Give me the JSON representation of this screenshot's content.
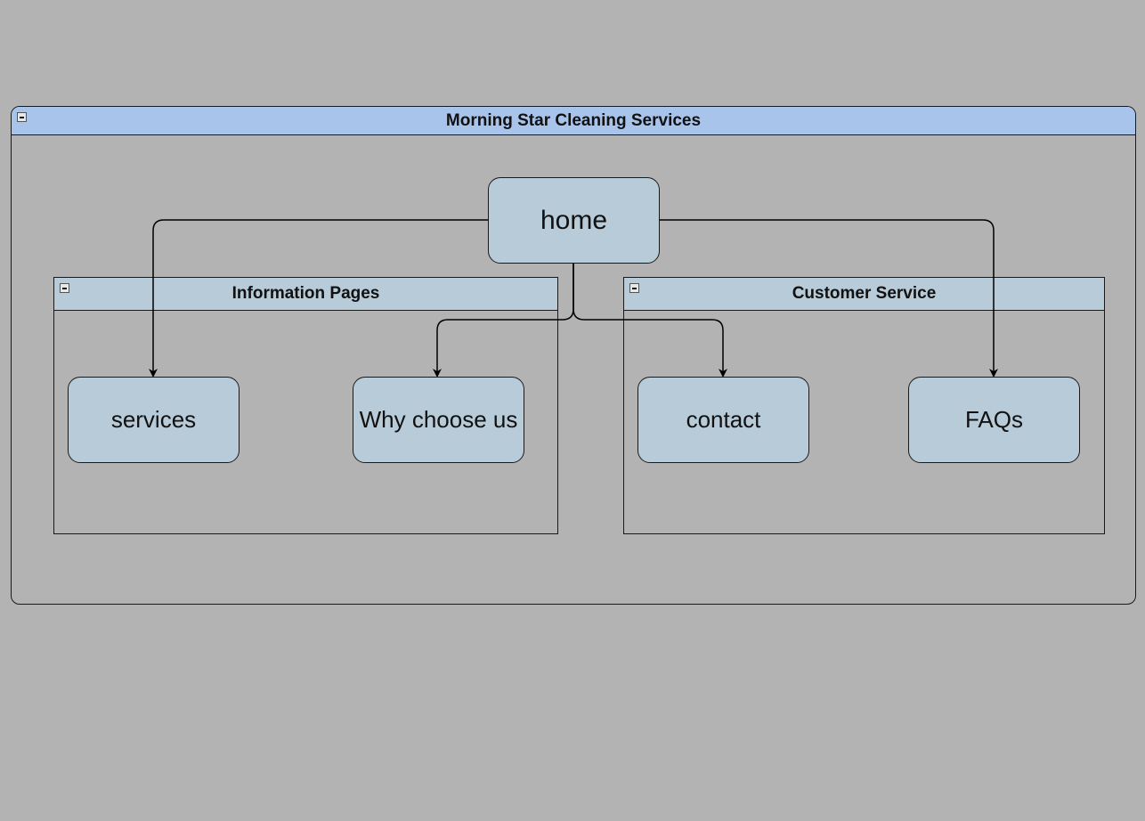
{
  "diagram": {
    "title": "Morning Star Cleaning Services",
    "groups": {
      "info": {
        "title": "Information Pages"
      },
      "customer": {
        "title": "Customer Service"
      }
    },
    "nodes": {
      "home": "home",
      "services": "services",
      "why": "Why choose us",
      "contact": "contact",
      "faqs": "FAQs"
    },
    "edges": [
      {
        "from": "home",
        "to": "services"
      },
      {
        "from": "home",
        "to": "Why choose us"
      },
      {
        "from": "home",
        "to": "contact"
      },
      {
        "from": "home",
        "to": "FAQs"
      }
    ]
  },
  "colors": {
    "background": "#b3b3b3",
    "outer_header": "#a9c4eb",
    "node_fill": "#b8cbd8",
    "stroke": "#1a1a1a"
  }
}
